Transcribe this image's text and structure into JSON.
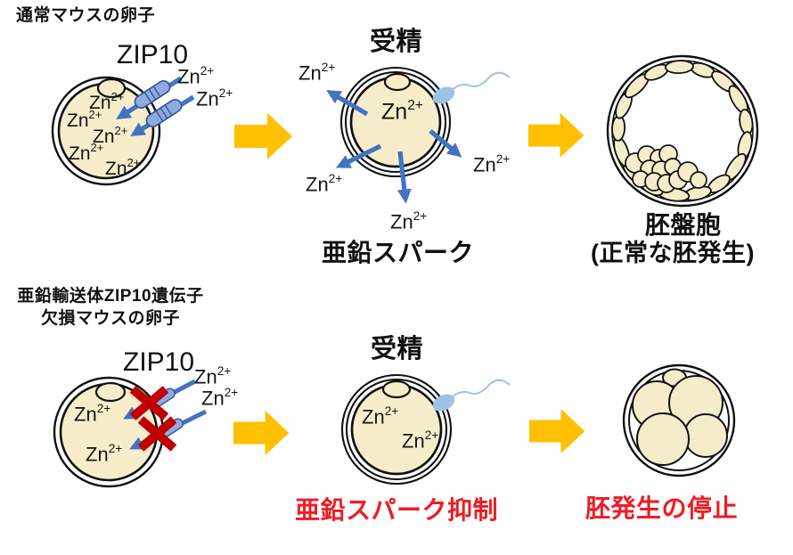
{
  "zn": {
    "base": "Zn",
    "sup": "2+"
  },
  "top_row": {
    "heading": "通常マウスの卵子",
    "zip10_label": "ZIP10",
    "fertilization_label": "受精",
    "zinc_spark_label": "亜鉛スパーク",
    "blastocyst_label": "胚盤胞",
    "blastocyst_note": "(正常な胚発生)"
  },
  "bottom_row": {
    "heading_line1": "亜鉛輸送体ZIP10遺伝子",
    "heading_line2": "欠損マウスの卵子",
    "zip10_label": "ZIP10",
    "fertilization_label": "受精",
    "zinc_spark_suppressed_label": "亜鉛スパーク抑制",
    "arrest_label": "胚発生の停止"
  },
  "colors": {
    "egg_fill": "#f7edca",
    "cell_fill": "#f5ecca",
    "zinc_arrow_blue": "#4472c4",
    "transporter_fill": "#8faadc",
    "transporter_stroke": "#2f5597",
    "flow_arrow_yellow": "#ffc000",
    "cross_red": "#c00000",
    "alert_text_red": "#ee1c25",
    "sperm_blue": "#9cc2e5",
    "outline_black": "#111111"
  }
}
